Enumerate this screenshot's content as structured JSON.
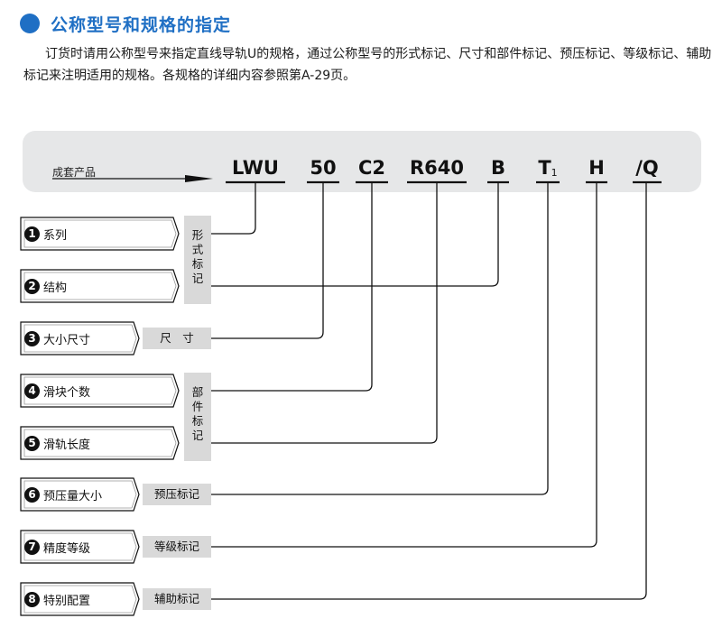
{
  "section": {
    "title": "公称型号和规格的指定",
    "intro": "订货时请用公称型号来指定直线导轨U的规格，通过公称型号的形式标记、尺寸和部件标记、预压标记、等级标记、辅助标记来注明适用的规格。各规格的详细内容参照第A-29页。"
  },
  "banner": {
    "product_label": "成套产品",
    "codes": [
      {
        "text": "LWU",
        "sub": ""
      },
      {
        "text": "50",
        "sub": ""
      },
      {
        "text": "C2",
        "sub": ""
      },
      {
        "text": "R640",
        "sub": ""
      },
      {
        "text": "B",
        "sub": ""
      },
      {
        "text": "T",
        "sub": "1"
      },
      {
        "text": "H",
        "sub": ""
      },
      {
        "text": "/Q",
        "sub": ""
      }
    ]
  },
  "rows": [
    {
      "num": "1",
      "label": "系列"
    },
    {
      "num": "2",
      "label": "结构"
    },
    {
      "num": "3",
      "label": "大小尺寸"
    },
    {
      "num": "4",
      "label": "滑块个数"
    },
    {
      "num": "5",
      "label": "滑轨长度"
    },
    {
      "num": "6",
      "label": "预压量大小"
    },
    {
      "num": "7",
      "label": "精度等级"
    },
    {
      "num": "8",
      "label": "特别配置"
    }
  ],
  "tags": {
    "form": [
      "形",
      "式",
      "标",
      "记"
    ],
    "size": "尺　寸",
    "parts": [
      "部",
      "件",
      "标",
      "记"
    ],
    "preload": "预压标记",
    "grade": "等级标记",
    "aux": "辅助标记"
  },
  "colors": {
    "accent": "#1f6fc4",
    "banner": "#e6e7e8",
    "tag": "#d9d9d9",
    "line": "#111111"
  }
}
